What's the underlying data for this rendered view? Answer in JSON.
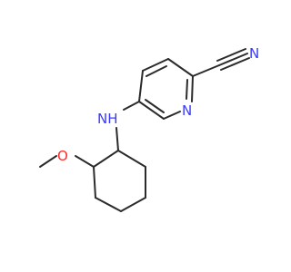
{
  "colors": {
    "bond": "#2b2b2b",
    "nitrogen": "#3a3aff",
    "oxygen": "#ff2a2a",
    "background": "#ffffff"
  },
  "atoms": {
    "nitrile_n": "N",
    "pyridine_n": "N",
    "amine_nh": "NH",
    "methoxy_o": "O"
  }
}
